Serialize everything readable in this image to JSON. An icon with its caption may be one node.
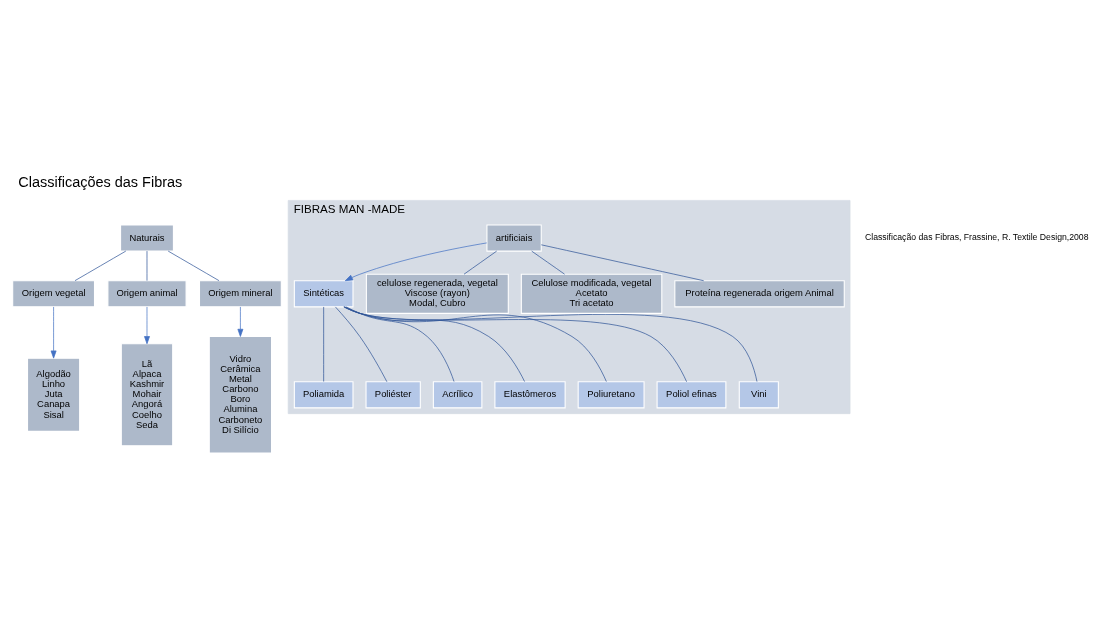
{
  "diagram": {
    "title": "Classificações das Fibras",
    "nodes": [
      {
        "text": [
          "Naturais"
        ]
      },
      {
        "text": [
          "Origem vegetal"
        ]
      },
      {
        "text": [
          "Origem animal"
        ]
      },
      {
        "text": [
          "Origem mineral"
        ]
      },
      {
        "text": [
          "Algodão",
          "Linho",
          "Juta",
          "Canapa",
          "Sisal"
        ]
      },
      {
        "text": [
          "Lã",
          "Alpaca",
          "Kashmir",
          "Mohair",
          "Angorá",
          "Coelho",
          "Seda"
        ]
      },
      {
        "text": [
          "Vidro",
          "Cerâmica",
          "Metal",
          "Carbono",
          "Boro",
          "Alumina",
          "Carboneto",
          "Di Silício"
        ]
      },
      {
        "text": [
          "FIBRAS MAN -MADE"
        ]
      },
      {
        "text": [
          "Sintéticas"
        ],
        "in": 7
      },
      {
        "text": [
          "artificiais"
        ],
        "in": 7
      },
      {
        "text": [
          "celulose regenerada, vegetal",
          "Viscose (rayon)",
          "Modal, Cubro"
        ],
        "in": 7
      },
      {
        "text": [
          "Celulose modificada, vegetal",
          "Acetato",
          "Tri acetato"
        ],
        "in": 7
      },
      {
        "text": [
          "Proteína regenerada origem Animal"
        ],
        "in": 7
      },
      {
        "text": [
          "Poliamida"
        ],
        "in": 7
      },
      {
        "text": [
          "Poliéster"
        ],
        "in": 7
      },
      {
        "text": [
          "Acrílico"
        ],
        "in": 7
      },
      {
        "text": [
          "Elastômeros"
        ],
        "in": 7
      },
      {
        "text": [
          "Poliuretano"
        ],
        "in": 7
      },
      {
        "text": [
          "Poliol efinas"
        ],
        "in": 7
      },
      {
        "text": [
          "Vini"
        ],
        "in": 7
      }
    ],
    "edges": [
      {
        "from": 0,
        "to": 1,
        "arrow": "none"
      },
      {
        "from": 0,
        "to": 2,
        "arrow": "none"
      },
      {
        "from": 0,
        "to": 3,
        "arrow": "none"
      },
      {
        "from": 1,
        "to": 4,
        "arrow": "to",
        "color": "#4472c4"
      },
      {
        "from": 2,
        "to": 5,
        "arrow": "to",
        "color": "#4472c4"
      },
      {
        "from": 3,
        "to": 6,
        "arrow": "to",
        "color": "#4472c4"
      },
      {
        "from": 9,
        "to": 8,
        "arrow": "to",
        "color": "#4472c4"
      },
      {
        "from": 9,
        "to": 10,
        "arrow": "none"
      },
      {
        "from": 9,
        "to": 11,
        "arrow": "none"
      },
      {
        "from": 9,
        "to": 12,
        "arrow": "none"
      },
      {
        "from": 8,
        "to": 13,
        "arrow": "none"
      },
      {
        "from": 8,
        "to": 14,
        "arrow": "none"
      },
      {
        "from": 8,
        "to": 15,
        "arrow": "none"
      },
      {
        "from": 8,
        "to": 16,
        "arrow": "none"
      },
      {
        "from": 8,
        "to": 17,
        "arrow": "none"
      },
      {
        "from": 8,
        "to": 18,
        "arrow": "none"
      },
      {
        "from": 8,
        "to": 19,
        "arrow": "none"
      }
    ],
    "labels": [
      "Classificação das Fibras, Frassine, R. Textile Design,2008"
    ]
  }
}
